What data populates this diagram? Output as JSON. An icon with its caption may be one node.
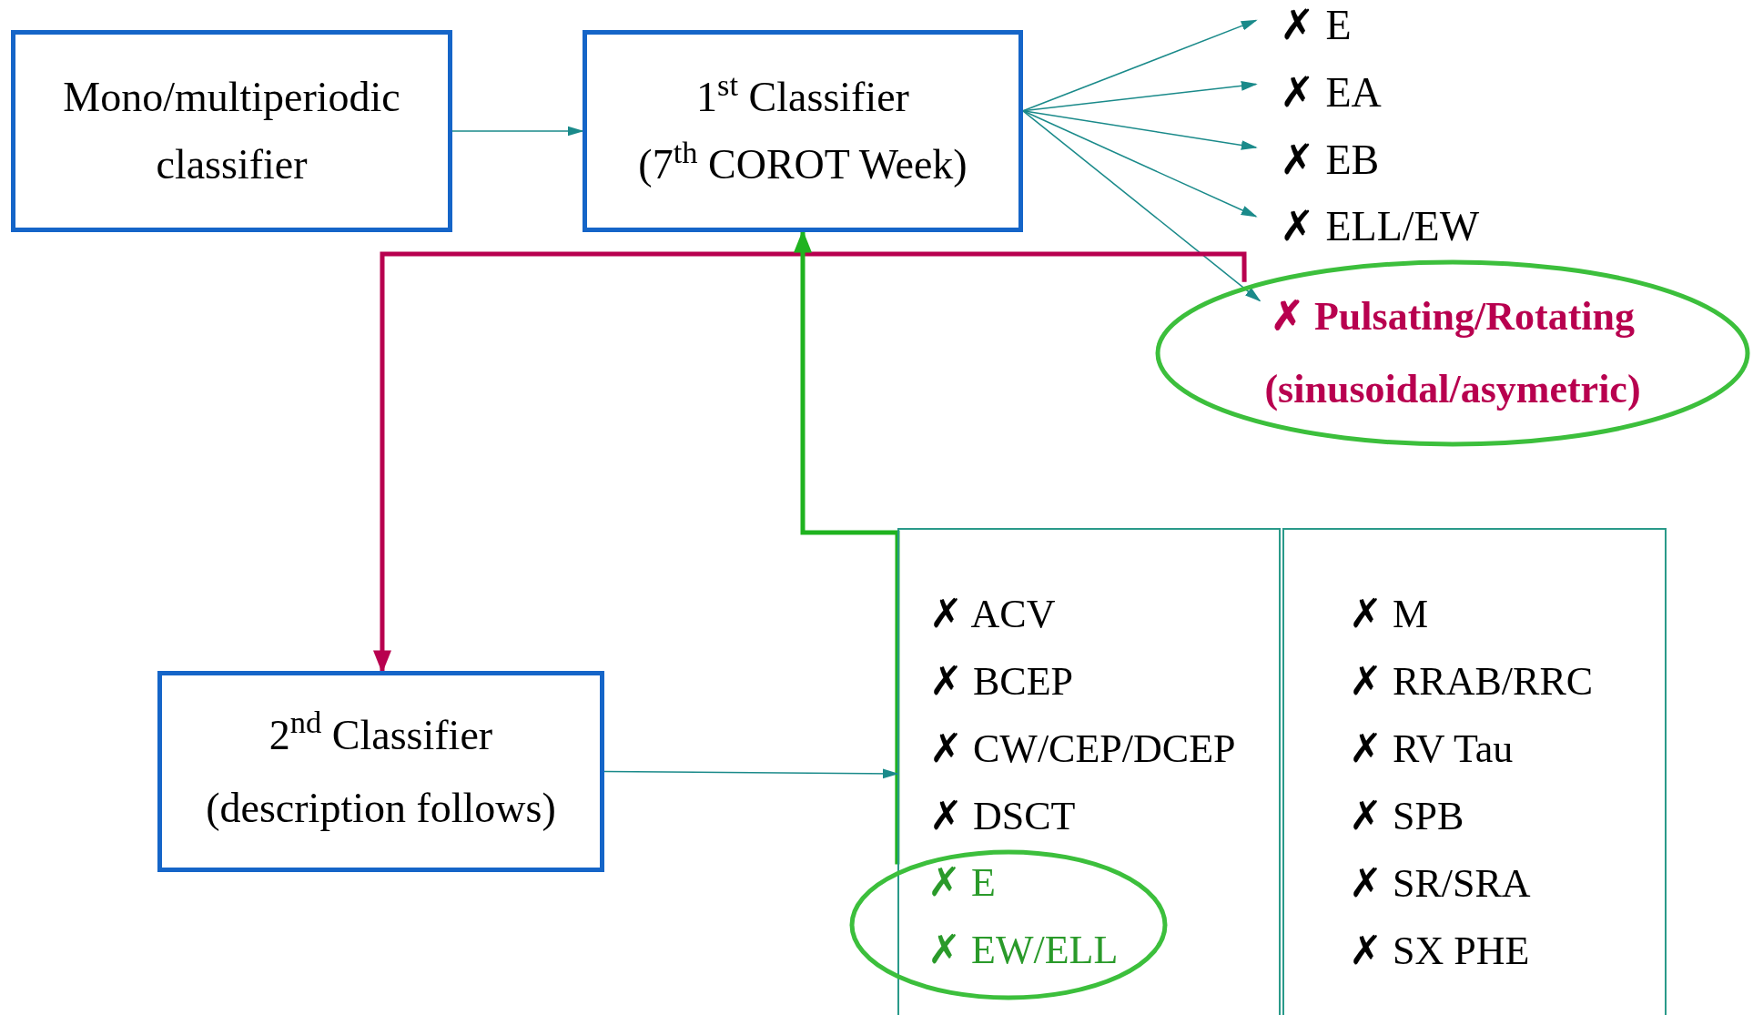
{
  "diagram": {
    "nodes": [
      {
        "text": [
          "Mono/multiperiodic classifier"
        ]
      },
      {
        "text": [
          "1$^{st}$ Classifier",
          "(7$^{th}$ COROT Week)"
        ]
      },
      {
        "text": [
          "✗ E"
        ]
      },
      {
        "text": [
          "✗ EA"
        ]
      },
      {
        "text": [
          "✗ EB"
        ]
      },
      {
        "text": [
          "✗ ELL/EW"
        ]
      },
      {
        "text": [
          "✗ Pulsating/Rotating",
          "(sinusoidal/asymetric)"
        ]
      },
      {
        "text": [
          "2$^{nd}$  Classifier",
          "(description follows)"
        ]
      },
      {
        "text": [
          "✗ ACV",
          "✗ BCEP",
          "✗ CW/CEP/DCEP",
          "✗ DSCT"
        ]
      },
      {
        "text": [
          "✗ M",
          "✗ RRAB/RRC",
          "✗ RV Tau",
          "✗ SPB",
          "✗ SR/SRA",
          "✗ SX PHE"
        ]
      },
      {
        "text": [
          "✗ E",
          "✗ EW/ELL"
        ]
      }
    ],
    "edges": [
      {
        "from": 0,
        "to": 1,
        "arrow": "to"
      },
      {
        "from": 1,
        "to": 2,
        "arrow": "to"
      },
      {
        "from": 1,
        "to": 3,
        "arrow": "to"
      },
      {
        "from": 1,
        "to": 4,
        "arrow": "to"
      },
      {
        "from": 1,
        "to": 5,
        "arrow": "to"
      },
      {
        "from": 1,
        "to": 6,
        "arrow": "to"
      },
      {
        "from": 6,
        "to": 7,
        "arrow": "to",
        "style": "thick",
        "color": "#b8004f"
      },
      {
        "from": 10,
        "to": 1,
        "arrow": "to",
        "style": "thick",
        "color": "#1fb31f"
      },
      {
        "from": 7,
        "to": 8,
        "arrow": "to"
      }
    ]
  }
}
